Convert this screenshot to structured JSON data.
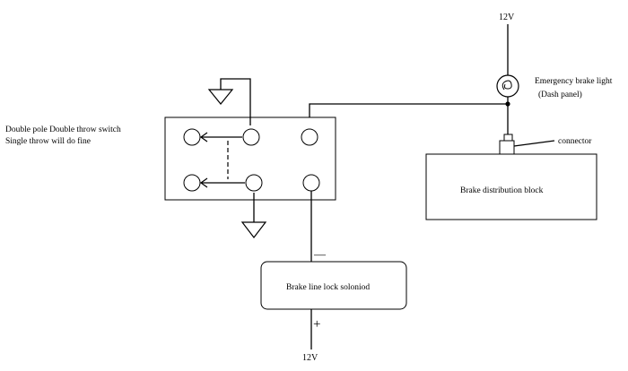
{
  "labels": {
    "voltage_top": "12V",
    "emergency_light_line1": "Emergency brake light",
    "emergency_light_line2": "(Dash panel)",
    "connector": "connector",
    "switch_line1": "Double pole Double throw switch",
    "switch_line2": "Single throw will do fine",
    "brake_block": "Brake distribution block",
    "solenoid": "Brake line lock soloniod",
    "minus": "—",
    "plus": "+",
    "voltage_bottom": "12V"
  },
  "icons": {
    "ground_top": "ground-symbol-icon",
    "ground_bottom": "ground-symbol-icon",
    "lamp": "lamp-icon",
    "connector": "connector-icon"
  }
}
